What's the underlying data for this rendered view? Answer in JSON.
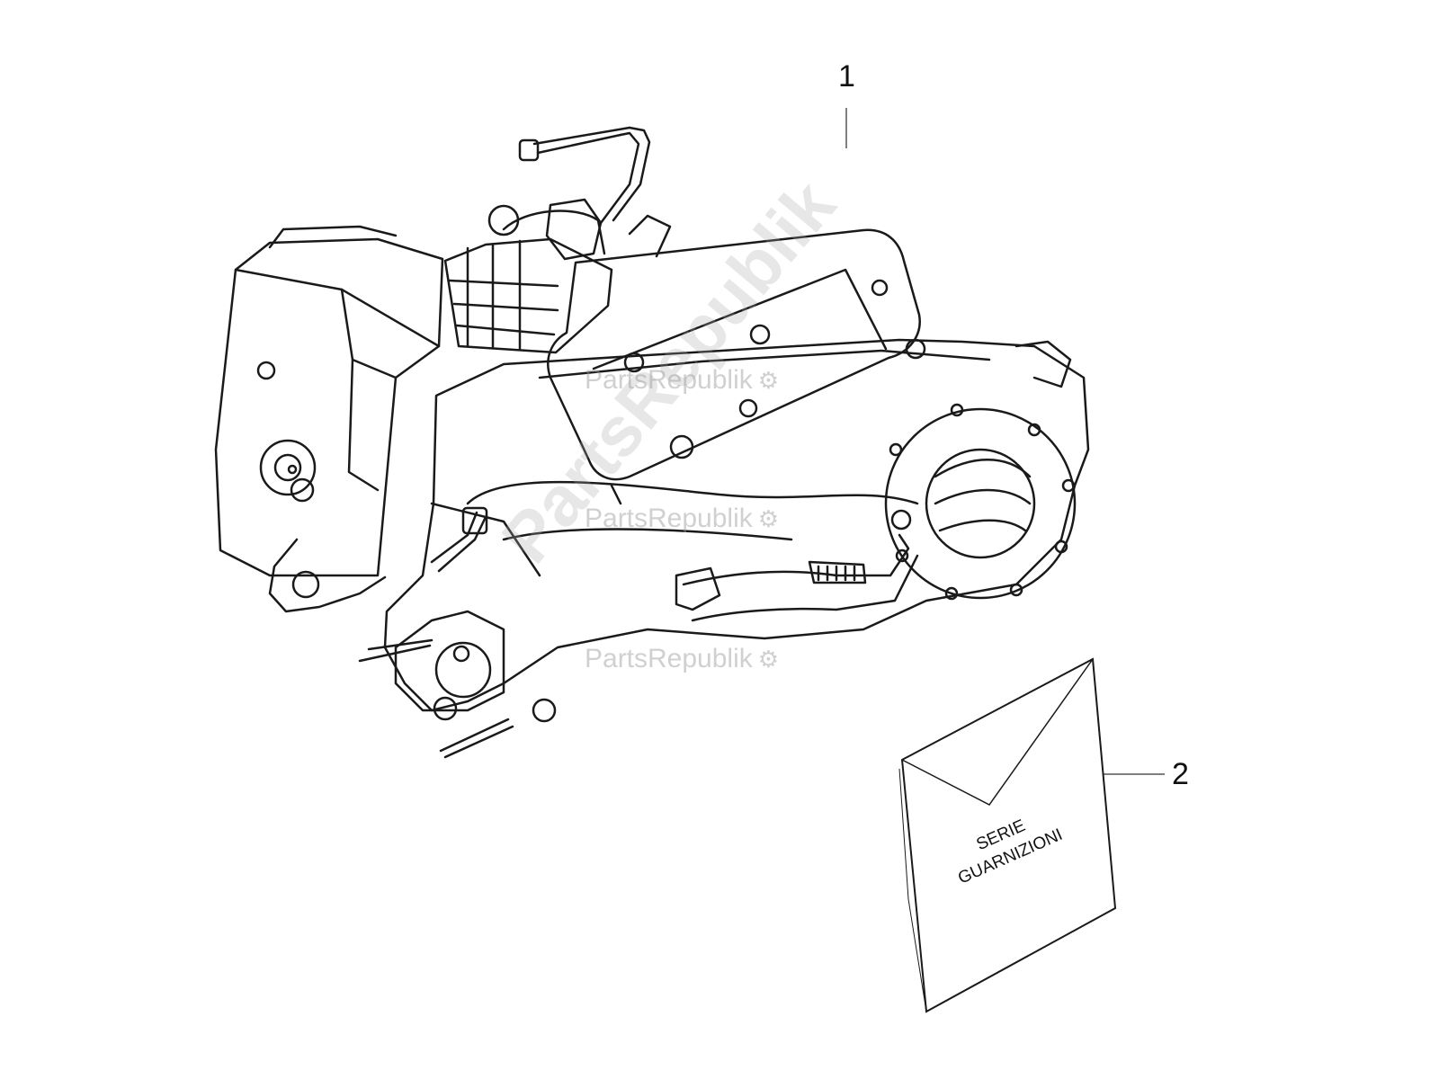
{
  "callouts": [
    {
      "number": "1"
    },
    {
      "number": "2"
    }
  ],
  "envelope": {
    "line1": "SERIE",
    "line2": "GUARNIZIONI"
  },
  "watermark": {
    "text": "PartsRepublik",
    "big_text": "PartsRepublik",
    "icon": "gear-icon"
  },
  "colors": {
    "line": "#1a1a1a",
    "background": "#ffffff",
    "watermark": "#9a9a9a"
  }
}
